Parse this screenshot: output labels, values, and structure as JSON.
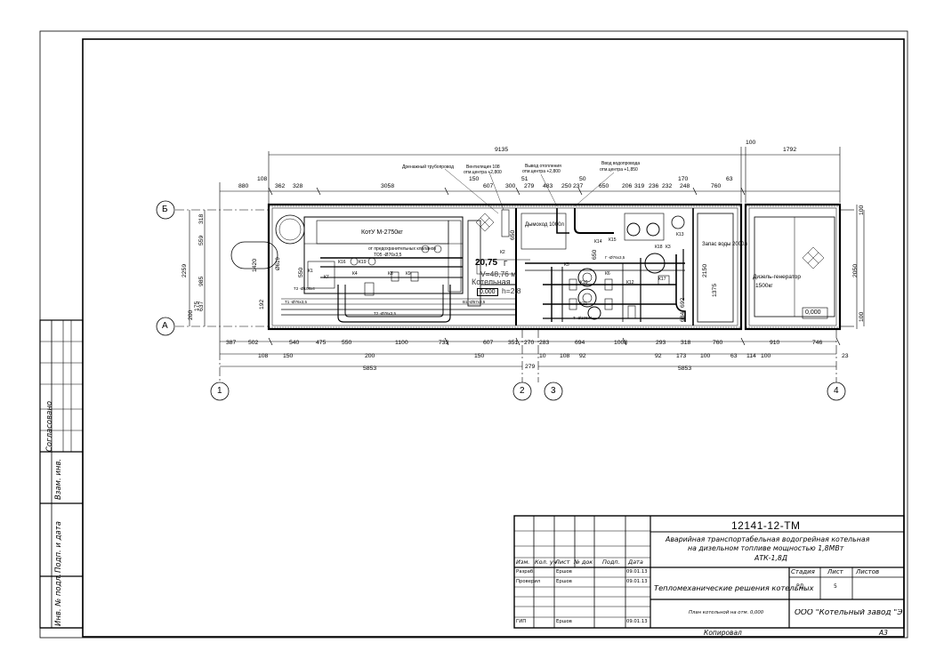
{
  "sheet": {
    "doc_code": "12141-12-ТМ",
    "project_title_1": "Аварийная транспортабельная водогрейная котельная",
    "project_title_2": "на дизельном топливе мощностью 1,8МВт",
    "project_title_3": "АТК-1,8Д",
    "section_title": "Тепломеханические решения котельных",
    "drawing_title": "План котельной на отм. 0,000",
    "company": "ООО \"Котельный завод \"Энерго",
    "copied": "Копировал",
    "format": "А3"
  },
  "stamp": {
    "headers": [
      "Изм.",
      "Кол. уч",
      "Лист",
      "№ док",
      "Подп.",
      "Дата"
    ],
    "stage_headers": [
      "Стадия",
      "Лист",
      "Листов"
    ],
    "stage": "РД",
    "sheet_no": "5",
    "sheets_total": "",
    "rows": [
      {
        "role": "Разраб.",
        "name": "Ершов",
        "date": "09.01.13"
      },
      {
        "role": "Проверил",
        "name": "Ершов",
        "date": "09.01.13"
      },
      {
        "role": "ГИП",
        "name": "Ершов",
        "date": "09.01.13"
      }
    ]
  },
  "side": {
    "agreed": "Согласовано",
    "inv_replaced": "Взам. инв.",
    "sign_date": "Подп. и дата",
    "inv_orig": "Инв. № подл."
  },
  "plan": {
    "axes": [
      "1",
      "2",
      "3",
      "4"
    ],
    "rows": [
      "Б",
      "А"
    ],
    "overall_top": "9135",
    "dim_top_right_a": "100",
    "dim_top_right_b": "1792",
    "dims_top": [
      "880",
      "108",
      "362",
      "328",
      "3058",
      "150",
      "607",
      "300",
      "51",
      "279",
      "483",
      "250",
      "237",
      "50",
      "650",
      "206",
      "319",
      "236",
      "232",
      "170",
      "248",
      "760",
      "63"
    ],
    "dims_bottom_1": [
      "387",
      "502",
      "540",
      "475",
      "550",
      "1100",
      "733",
      "607",
      "351",
      "270",
      "283",
      "694",
      "1008",
      "293",
      "318",
      "760",
      "910",
      "746"
    ],
    "dims_bottom_2": [
      "108",
      "150",
      "200",
      "150",
      "10",
      "108",
      "92",
      "92",
      "173",
      "100",
      "63",
      "114",
      "100",
      "23"
    ],
    "dim_279": "279",
    "span_left": "5853",
    "span_right": "5853",
    "left_dims": [
      "2259",
      "318",
      "559",
      "985",
      "1420",
      "192",
      "550",
      "637",
      "200",
      "175"
    ],
    "right_dims_gen": [
      "2050",
      "100",
      "100"
    ],
    "inner_dims": [
      "650",
      "650",
      "692",
      "2150",
      "1375",
      "684"
    ],
    "boiler_label": "КотУ М-2750кг",
    "room_name": "Котельная",
    "room_area": "20,75",
    "room_sym": "Г",
    "room_vol": "V=48,76 м",
    "room_h": "h=2,8",
    "room_mark": "0,000",
    "gen_label_1": "Дизель-генератор",
    "gen_label_2": "1500кг",
    "gen_mark": "0,000",
    "tank_label": "Запас воды 2000л",
    "tank2_label": "Дымоход 1000л",
    "notes": [
      "Дренажный трубопровод",
      "Вентиляция 108",
      "отм.центра +2,800",
      "Вывод отопления",
      "отм.центра +2,800",
      "Ввод водопровода",
      "отм.центра +1,850"
    ],
    "d_pipe": "Ø610",
    "k_labels": [
      "К1",
      "К2",
      "К3",
      "К4",
      "К5",
      "К6",
      "К7",
      "К8",
      "К9",
      "К10",
      "К11",
      "К12",
      "К13",
      "К14",
      "К15",
      "К16",
      "К17",
      "К18",
      "К19"
    ],
    "pipe_t1": "Т1 -Ø76х3,5",
    "pipe_t2": "Т2 -Ø76х3,5",
    "pipe_b1": "В1 -Ø57х3,5",
    "pipe_g": "Г -Ø76х3,5",
    "pipe_t": "Т -Ø108х4",
    "pipe_t2b": "Т2 -Ø108х4",
    "pipe_vent": "от предохранительных клапанов",
    "pipe_vent2": "ТО5 -Ø76х3,5"
  }
}
